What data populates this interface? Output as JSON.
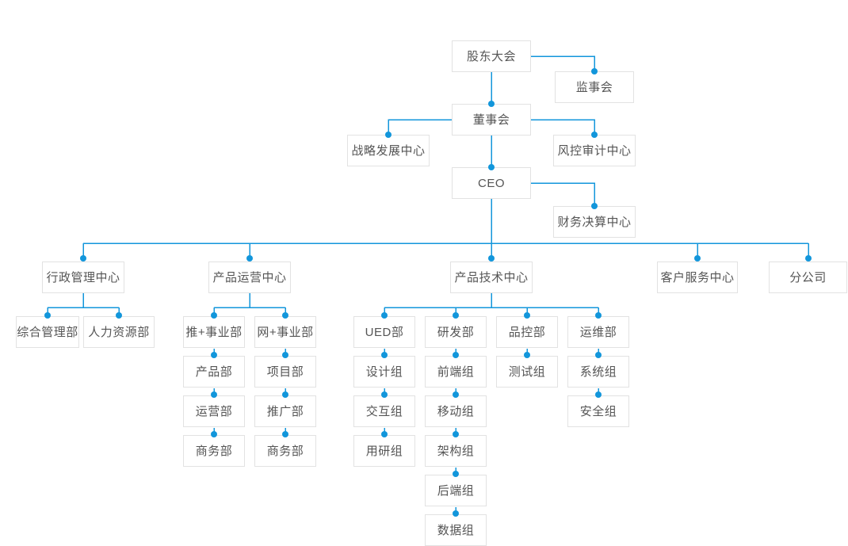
{
  "chart_title": "",
  "theme": {
    "line_color": "#1296db",
    "dot_color": "#1296db",
    "box_border": "#e2e2e2",
    "box_fill": "#ffffff",
    "text_color": "#555555"
  },
  "nodes": {
    "shareholders_meeting": "股东大会",
    "board_of_supervisors": "监事会",
    "board_of_directors": "董事会",
    "strategy_development_center": "战略发展中心",
    "risk_control_audit_center": "风控审计中心",
    "ceo": "CEO",
    "finance_settlement_center": "财务决算中心",
    "admin_management_center": "行政管理中心",
    "product_operation_center": "产品运营中心",
    "product_technology_center": "产品技术中心",
    "customer_service_center": "客户服务中心",
    "branch_company": "分公司",
    "general_management_dept": "综合管理部",
    "human_resources_dept": "人力资源部",
    "tui_plus_division": "推+事业部",
    "product_dept": "产品部",
    "operation_dept": "运营部",
    "business_dept_a": "商务部",
    "wang_plus_division": "网+事业部",
    "project_dept": "项目部",
    "promotion_dept": "推广部",
    "business_dept_b": "商务部",
    "ued_dept": "UED部",
    "design_group": "设计组",
    "interaction_group": "交互组",
    "user_research_group": "用研组",
    "rd_dept": "研发部",
    "frontend_group": "前端组",
    "mobile_group": "移动组",
    "architecture_group": "架构组",
    "backend_group": "后端组",
    "data_group": "数据组",
    "qa_dept": "品控部",
    "test_group": "测试组",
    "ops_dept": "运维部",
    "system_group": "系统组",
    "security_group": "安全组"
  }
}
